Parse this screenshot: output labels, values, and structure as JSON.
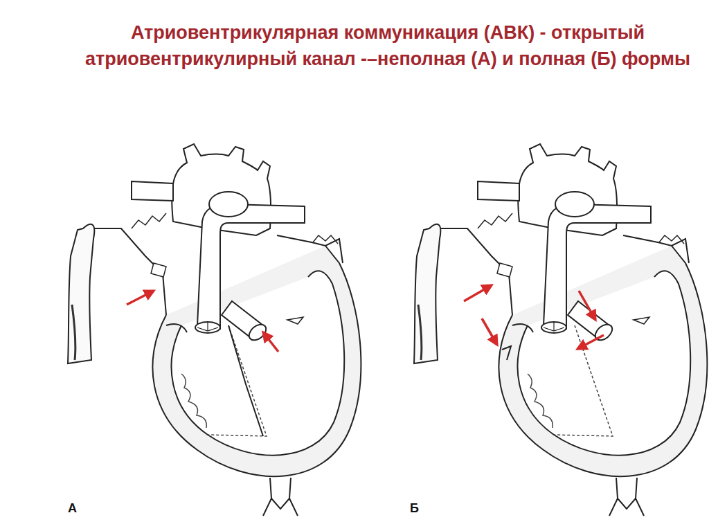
{
  "diagram": {
    "title": "Атриовентрикулярная коммуникация (АВК) - открытый атриовентрикулирный канал -–неполная (А) и полная (Б) формы",
    "labels": [
      "А",
      "Б"
    ]
  }
}
